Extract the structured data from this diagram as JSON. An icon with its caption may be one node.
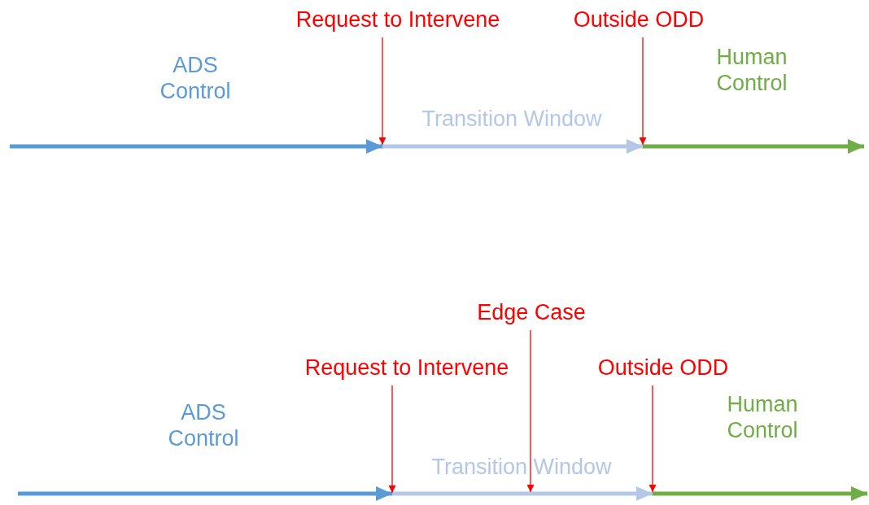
{
  "diagram": {
    "nodes": [
      {
        "text": [
          "Request to Intervene"
        ]
      },
      {
        "text": [
          "Outside ODD"
        ]
      },
      {
        "text": [
          "Edge Case"
        ]
      },
      {
        "text": [
          "Request to Intervene"
        ]
      },
      {
        "text": [
          "Outside ODD"
        ]
      }
    ],
    "edges": [
      {
        "from": 0,
        "to": null,
        "arrow": "to",
        "color": "#ff0000"
      },
      {
        "from": 1,
        "to": null,
        "arrow": "to",
        "color": "#ff0000"
      },
      {
        "from": 2,
        "to": null,
        "arrow": "to",
        "color": "#ff0000"
      },
      {
        "from": 3,
        "to": null,
        "arrow": "to",
        "color": "#ff0000"
      },
      {
        "from": 4,
        "to": null,
        "arrow": "to",
        "color": "#ff0000"
      }
    ],
    "labels": [
      "ADS Control",
      "Human Control",
      "Transition Window",
      "ADS Control",
      "Human Control",
      "Transition Window"
    ]
  }
}
